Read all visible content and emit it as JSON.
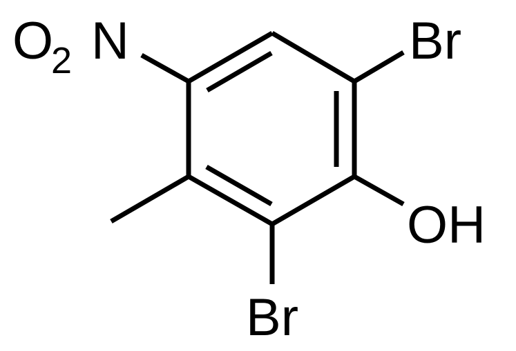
{
  "molecule": {
    "atoms": {
      "nitro": {
        "element_o": "O",
        "subscript": "2",
        "element_n": "N"
      },
      "bromine_top": "Br",
      "hydroxyl": "OH",
      "bromine_bottom": "Br"
    },
    "colors": {
      "bond": "#000000",
      "text": "#000000",
      "background": "#ffffff"
    }
  }
}
